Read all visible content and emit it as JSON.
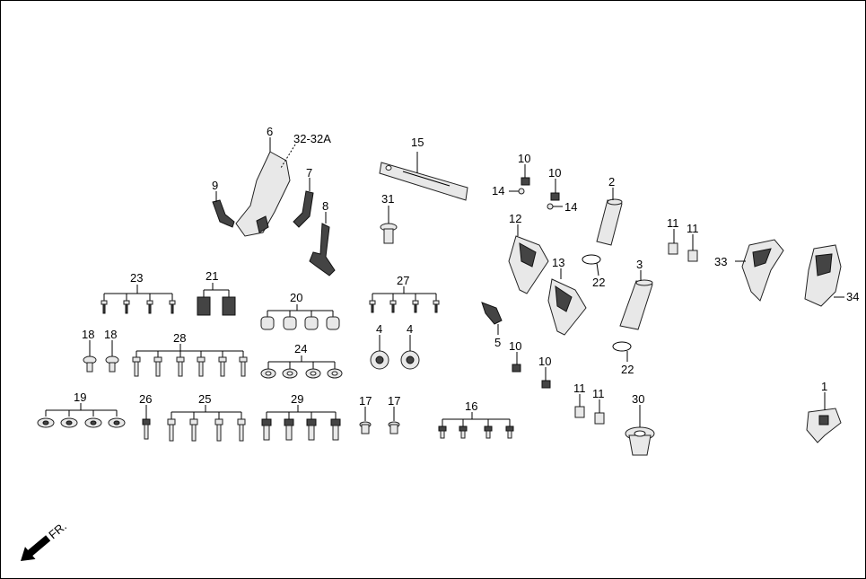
{
  "diagram": {
    "direction_label": "FR.",
    "callouts": {
      "c1": "1",
      "c2": "2",
      "c3": "3",
      "c4a": "4",
      "c4b": "4",
      "c5": "5",
      "c6": "6",
      "c7": "7",
      "c8": "8",
      "c9": "9",
      "c10a": "10",
      "c10b": "10",
      "c10c": "10",
      "c10d": "10",
      "c11a": "11",
      "c11b": "11",
      "c11c": "11",
      "c11d": "11",
      "c12": "12",
      "c13": "13",
      "c14a": "14",
      "c14b": "14",
      "c15": "15",
      "c16": "16",
      "c17a": "17",
      "c17b": "17",
      "c18a": "18",
      "c18b": "18",
      "c19": "19",
      "c20": "20",
      "c21": "21",
      "c22a": "22",
      "c22b": "22",
      "c23": "23",
      "c24": "24",
      "c25": "25",
      "c26": "26",
      "c27": "27",
      "c28": "28",
      "c29": "29",
      "c30": "30",
      "c31": "31",
      "c32": "32-32A",
      "c33": "33",
      "c34": "34"
    }
  }
}
